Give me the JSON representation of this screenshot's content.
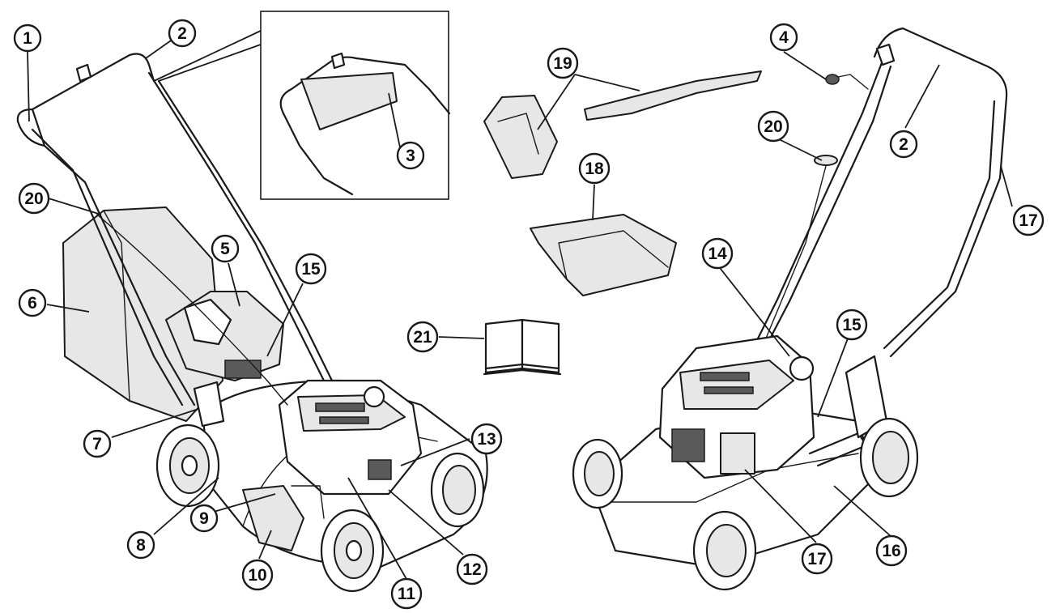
{
  "callouts": [
    {
      "id": "c1",
      "label": "1"
    },
    {
      "id": "c2a",
      "label": "2"
    },
    {
      "id": "c3",
      "label": "3"
    },
    {
      "id": "c20a",
      "label": "20"
    },
    {
      "id": "c5",
      "label": "5"
    },
    {
      "id": "c15a",
      "label": "15"
    },
    {
      "id": "c6",
      "label": "6"
    },
    {
      "id": "c7",
      "label": "7"
    },
    {
      "id": "c8",
      "label": "8"
    },
    {
      "id": "c9",
      "label": "9"
    },
    {
      "id": "c10",
      "label": "10"
    },
    {
      "id": "c11",
      "label": "11"
    },
    {
      "id": "c12",
      "label": "12"
    },
    {
      "id": "c13",
      "label": "13"
    },
    {
      "id": "c19",
      "label": "19"
    },
    {
      "id": "c18",
      "label": "18"
    },
    {
      "id": "c21",
      "label": "21"
    },
    {
      "id": "c4",
      "label": "4"
    },
    {
      "id": "c20b",
      "label": "20"
    },
    {
      "id": "c2b",
      "label": "2"
    },
    {
      "id": "c17a",
      "label": "17"
    },
    {
      "id": "c14",
      "label": "14"
    },
    {
      "id": "c15b",
      "label": "15"
    },
    {
      "id": "c17b",
      "label": "17"
    },
    {
      "id": "c16",
      "label": "16"
    }
  ],
  "colors": {
    "line": "#1a1a1a",
    "fill": "#ffffff",
    "shade": "#e7e7e7"
  }
}
